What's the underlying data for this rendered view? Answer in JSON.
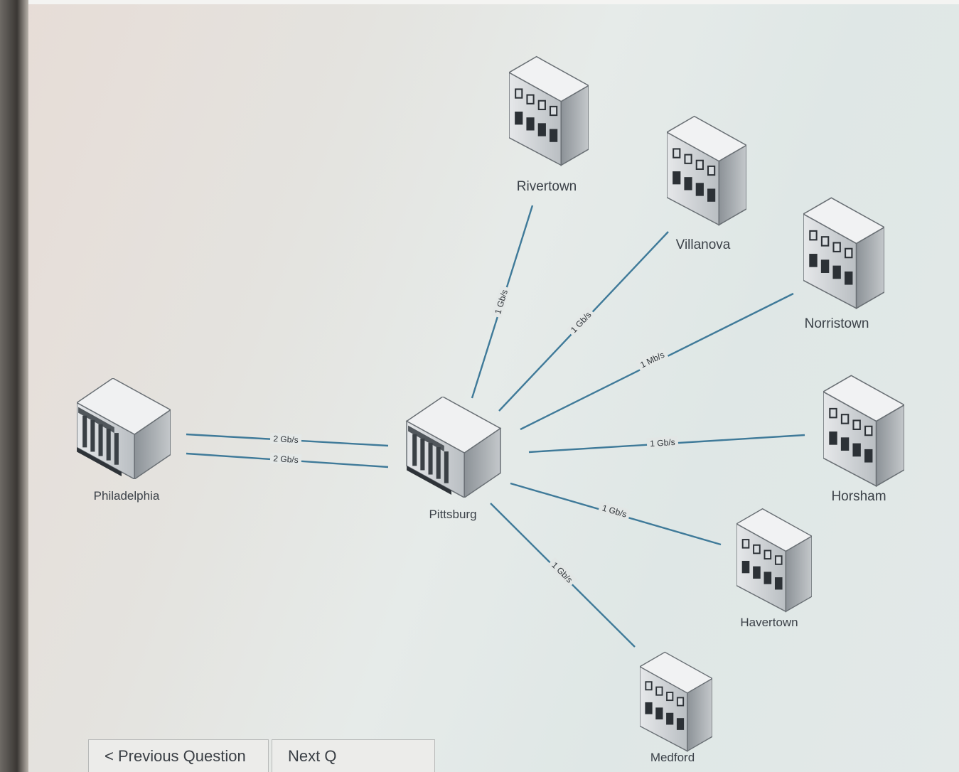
{
  "diagram": {
    "hub": {
      "name": "Pittsburg"
    },
    "sites": [
      {
        "id": "philadelphia",
        "name": "Philadelphia"
      },
      {
        "id": "rivertown",
        "name": "Rivertown"
      },
      {
        "id": "villanova",
        "name": "Villanova"
      },
      {
        "id": "norristown",
        "name": "Norristown"
      },
      {
        "id": "horsham",
        "name": "Horsham"
      },
      {
        "id": "havertown",
        "name": "Havertown"
      },
      {
        "id": "medford",
        "name": "Medford"
      }
    ],
    "links": [
      {
        "from": "Philadelphia",
        "to": "Pittsburg",
        "speed": "2 Gb/s"
      },
      {
        "from": "Philadelphia",
        "to": "Pittsburg",
        "speed": "2 Gb/s"
      },
      {
        "from": "Pittsburg",
        "to": "Rivertown",
        "speed": "1 Gb/s"
      },
      {
        "from": "Pittsburg",
        "to": "Villanova",
        "speed": "1 Gb/s"
      },
      {
        "from": "Pittsburg",
        "to": "Norristown",
        "speed": "1 Mb/s"
      },
      {
        "from": "Pittsburg",
        "to": "Horsham",
        "speed": "1 Gb/s"
      },
      {
        "from": "Pittsburg",
        "to": "Havertown",
        "speed": "1 Gb/s"
      },
      {
        "from": "Pittsburg",
        "to": "Medford",
        "speed": "1 Gb/s"
      }
    ]
  },
  "nav": {
    "previous_label": "< Previous Question",
    "next_label": "Next Q"
  },
  "colors": {
    "link_line": "#3f7a99",
    "label_text": "#3b4148"
  }
}
